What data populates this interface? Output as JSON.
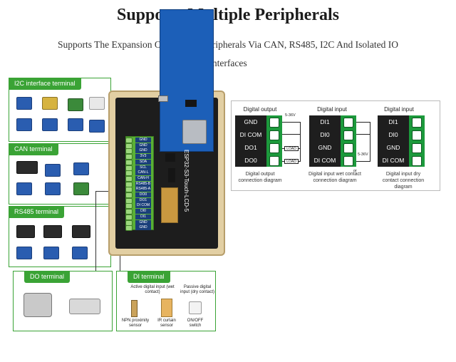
{
  "header": {
    "title": "Supports Multiple Peripherals",
    "subtitle": "Supports The Expansion Of Multiple Peripherals Via CAN, RS485, I2C And Isolated IO Interfaces"
  },
  "panels": {
    "i2c": "I2C interface terminal",
    "can": "CAN terminal",
    "rs485": "RS485 terminal",
    "do": "DO terminal",
    "di": "DI terminal"
  },
  "device": {
    "board_text": "ESP32-S3-Touch-LCD-5",
    "terminal_labels": [
      "GND",
      "GND",
      "GND",
      "3V3",
      "SDA",
      "SCL",
      "CAN-L",
      "CAN-H",
      "RS485-B",
      "RS485-A",
      "DO0",
      "DO1",
      "DI COM",
      "DI0",
      "DI1",
      "GND",
      "GND"
    ]
  },
  "diagrams": {
    "output": {
      "title": "Digital output",
      "pins": [
        "GND",
        "DI COM",
        "DO1",
        "DO0"
      ],
      "voltage": "5-36V",
      "load_label": "LOAD",
      "caption": "Digital output connection diagram"
    },
    "wet": {
      "title": "Digital input",
      "pins": [
        "DI1",
        "DI0",
        "GND",
        "DI COM"
      ],
      "voltage": "5-36V",
      "or_label": "or",
      "caption": "Digital input wet contact connection diagram"
    },
    "dry": {
      "title": "Digital input",
      "pins": [
        "DI1",
        "DI0",
        "GND",
        "DI COM"
      ],
      "caption": "Digital input dry contact connection diagram"
    }
  },
  "di_panel": {
    "active_label": "Active digital input (wet contact)",
    "passive_label": "Passive digital input (dry contact)",
    "npn_label": "NPN proximity sensor",
    "ir_label": "IR curtain sensor",
    "switch_label": "ON/OFF switch"
  }
}
